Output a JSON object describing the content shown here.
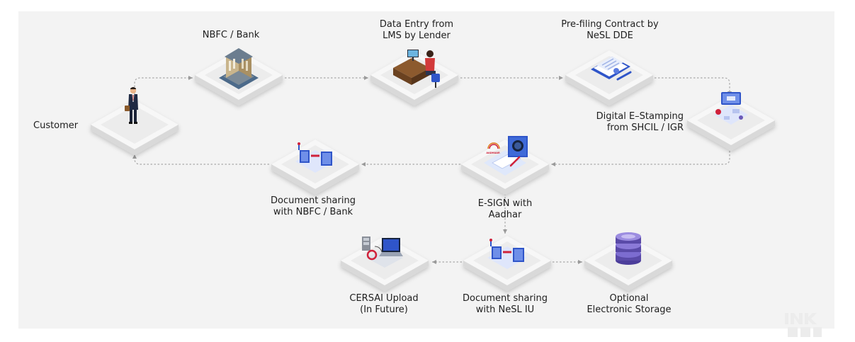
{
  "nodes": {
    "customer": {
      "label": [
        "Customer"
      ]
    },
    "nbfc": {
      "label": [
        "NBFC / Bank"
      ]
    },
    "dataentry": {
      "label": [
        "Data Entry from",
        "LMS by Lender"
      ]
    },
    "prefiling": {
      "label": [
        "Pre-filing Contract by",
        "NeSL DDE"
      ]
    },
    "estamp": {
      "label": [
        "Digital E–Stamping",
        "from SHCIL / IGR"
      ]
    },
    "esign": {
      "label": [
        "E-SIGN with",
        "Aadhar"
      ],
      "badge": "AADHAAR"
    },
    "docnbfc": {
      "label": [
        "Document sharing",
        "with NBFC / Bank"
      ]
    },
    "docnesl": {
      "label": [
        "Document sharing",
        "with NeSL IU"
      ]
    },
    "cersai": {
      "label": [
        "CERSAI Upload",
        "(In Future)"
      ]
    },
    "storage": {
      "label": [
        "Optional",
        "Electronic Storage"
      ]
    }
  },
  "colors": {
    "panel": "#f3f3f3",
    "platform_top": "#f5f5f5",
    "platform_side": "#d9d9d9",
    "connector": "#9a9a9a",
    "accent_blue": "#2f55c9",
    "accent_purple": "#6b5ab8",
    "accent_red": "#d0213a"
  },
  "icons": {
    "customer": "businessman-icon",
    "nbfc": "bank-building-icon",
    "dataentry": "office-desk-icon",
    "prefiling": "contract-document-icon",
    "estamp": "stamp-dashboard-icon",
    "esign": "aadhaar-esign-icon",
    "docnbfc": "file-transfer-icon",
    "docnesl": "file-transfer-icon",
    "cersai": "server-upload-icon",
    "storage": "database-icon"
  }
}
